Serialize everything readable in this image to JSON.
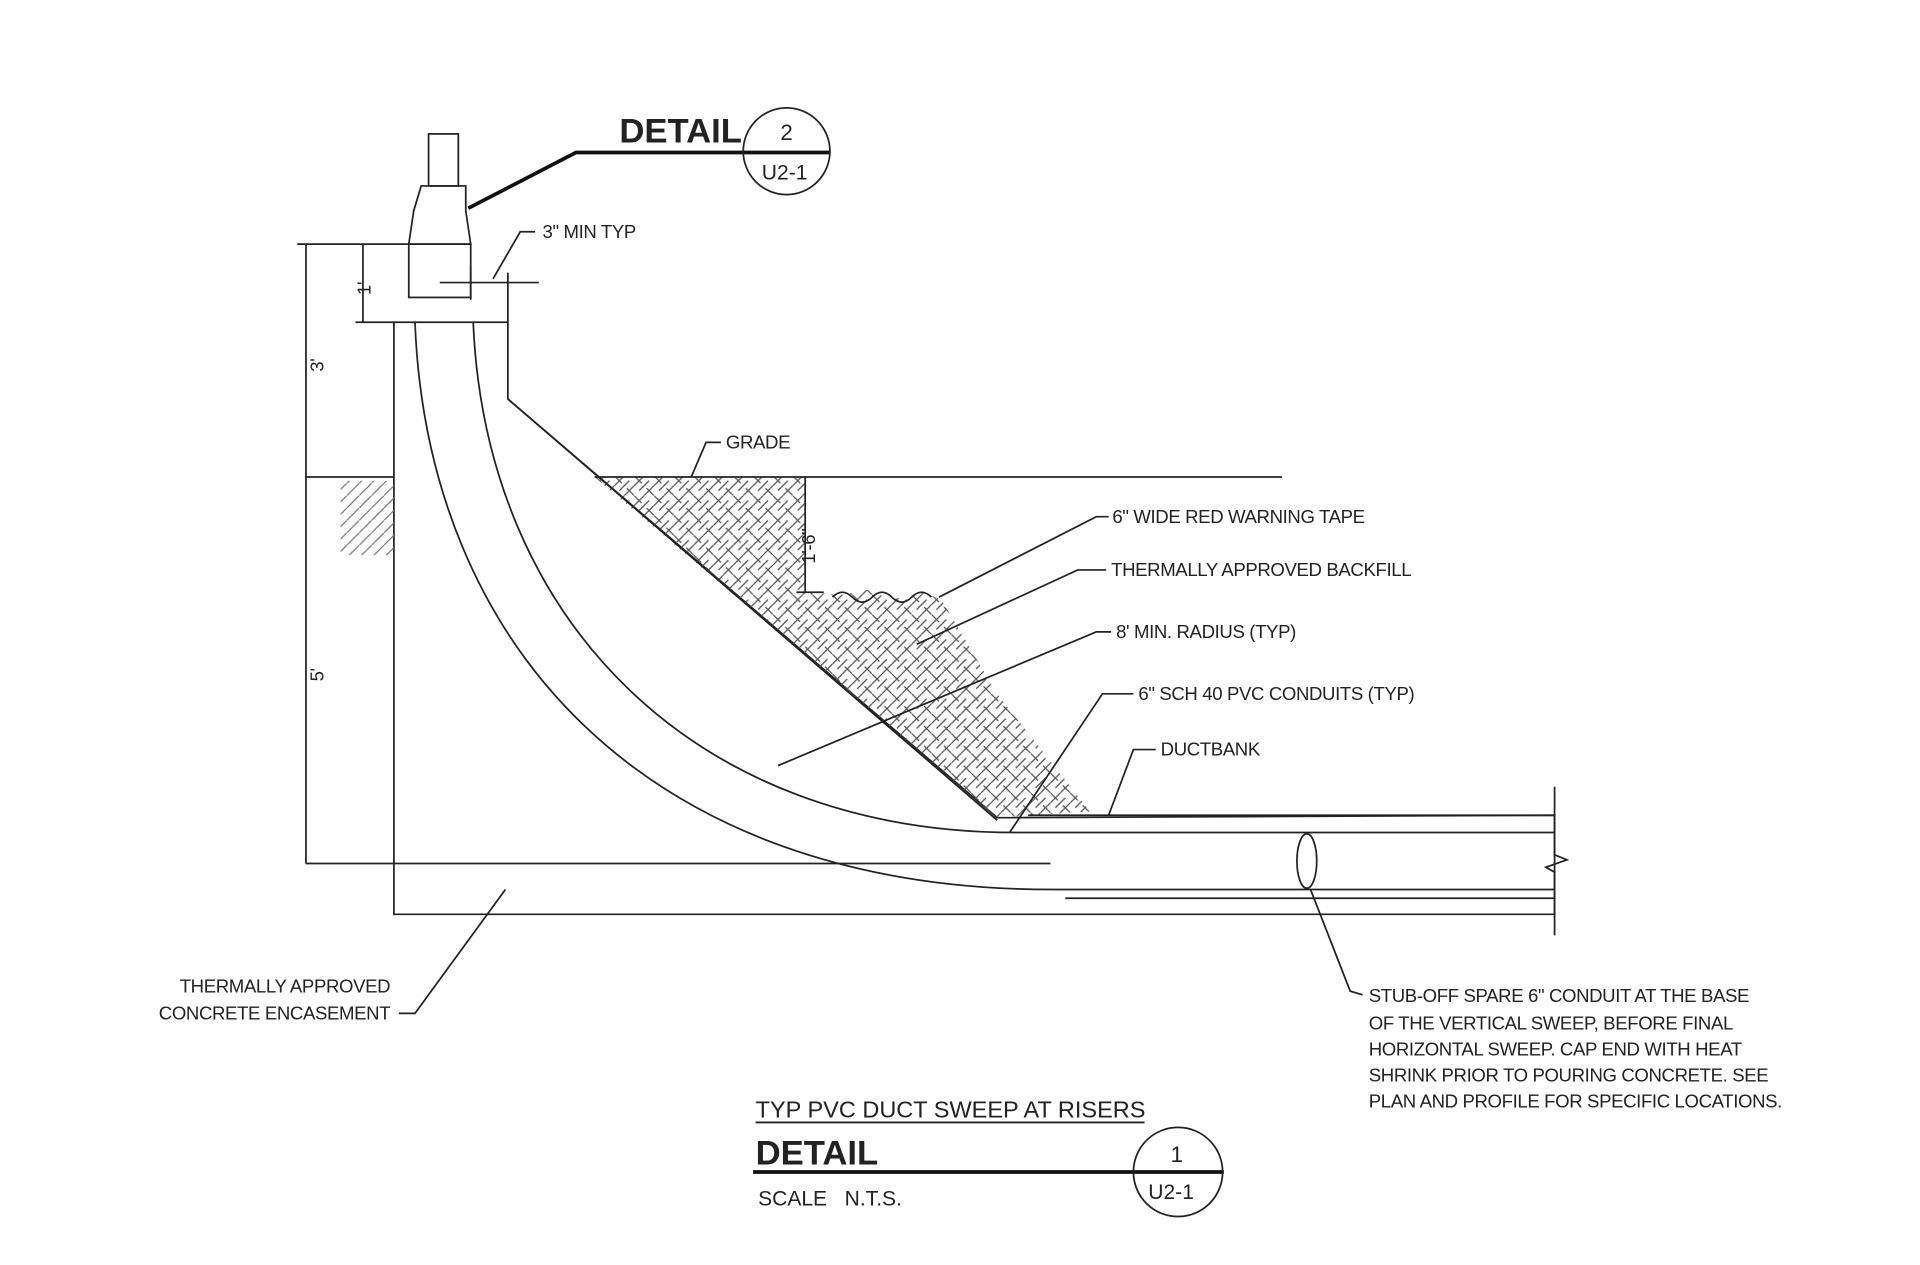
{
  "detail_callout": {
    "label": "DETAIL",
    "number": "2",
    "sheet": "U2-1"
  },
  "dimensions": {
    "min_clearance": "3\" MIN TYP",
    "top_offset": "1'",
    "above_grade": "3'",
    "below_grade": "5'",
    "tape_depth": "1'-6\""
  },
  "labels": {
    "grade": "GRADE",
    "warning_tape": "6\" WIDE RED WARNING TAPE",
    "backfill": "THERMALLY APPROVED BACKFILL",
    "radius": "8' MIN. RADIUS (TYP)",
    "conduits": "6\" SCH 40 PVC CONDUITS (TYP)",
    "ductbank": "DUCTBANK",
    "encasement_line1": "THERMALLY APPROVED",
    "encasement_line2": "CONCRETE ENCASEMENT",
    "stub_note": [
      "STUB-OFF SPARE 6\" CONDUIT AT THE BASE",
      "OF THE VERTICAL SWEEP, BEFORE FINAL",
      "HORIZONTAL SWEEP. CAP END WITH HEAT",
      "SHRINK PRIOR TO POURING CONCRETE. SEE",
      "PLAN AND PROFILE FOR SPECIFIC LOCATIONS."
    ]
  },
  "title_block": {
    "title": "TYP PVC DUCT SWEEP AT RISERS",
    "label": "DETAIL",
    "number": "1",
    "sheet": "U2-1",
    "scale": "SCALE   N.T.S."
  }
}
